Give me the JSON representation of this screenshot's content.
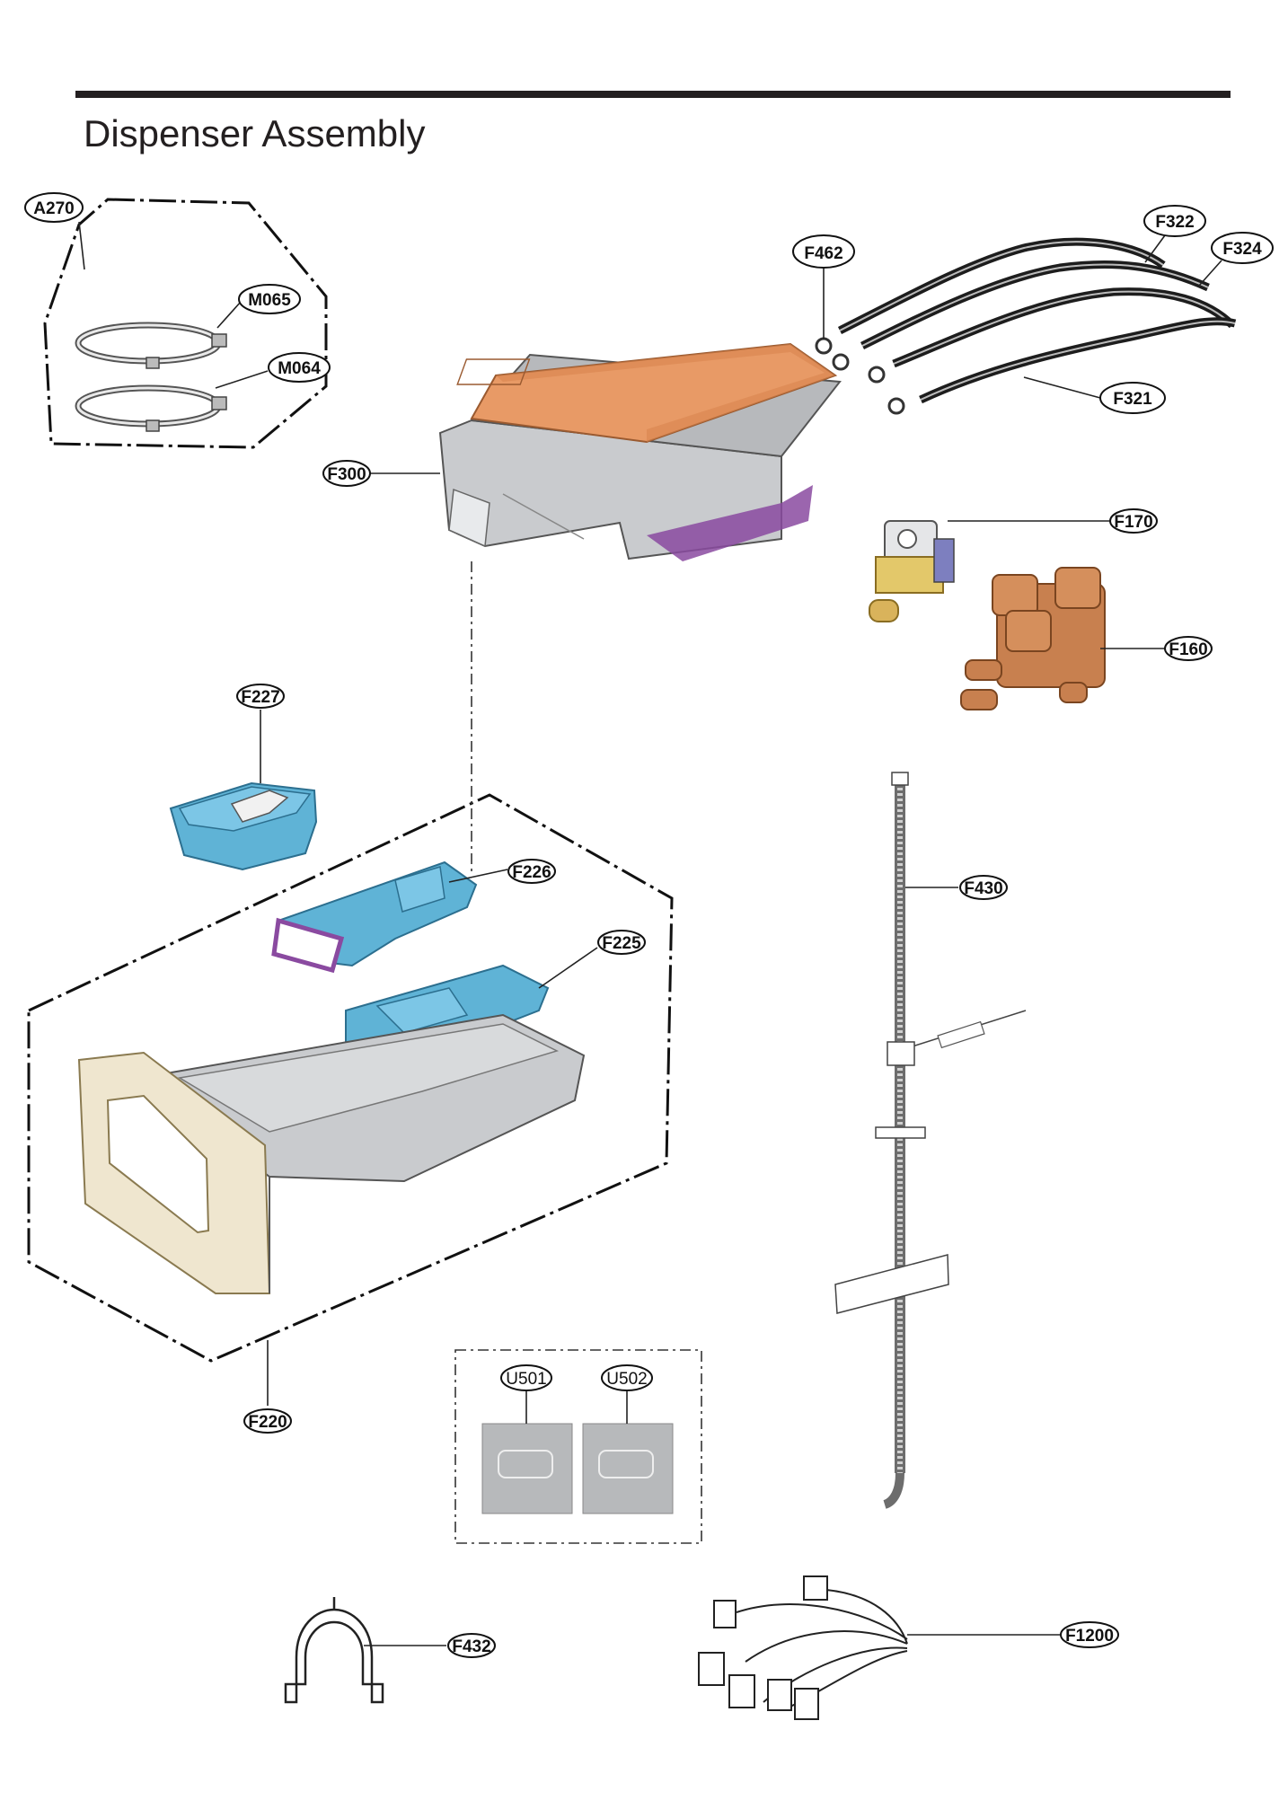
{
  "title": "Dispenser Assembly",
  "colors": {
    "rule": "#231f20",
    "orange_cover": "#e89a66",
    "gray_housing": "#c9cbce",
    "blue_parts": "#5fb3d6",
    "copper_valve": "#c8804f",
    "purple_trim": "#8a4aa0",
    "cream_panel": "#efe6cf"
  },
  "callouts": {
    "a270": "A270",
    "m065": "M065",
    "m064": "M064",
    "f300": "F300",
    "f462": "F462",
    "f322": "F322",
    "f324": "F324",
    "f321": "F321",
    "f170": "F170",
    "f160": "F160",
    "f227": "F227",
    "f226": "F226",
    "f225": "F225",
    "f220": "F220",
    "f430": "F430",
    "u501": "U501",
    "u502": "U502",
    "f432": "F432",
    "f1200": "F1200"
  },
  "parts": {
    "a270": "inlet-hose-set",
    "m065": "inlet-hose",
    "m064": "inlet-hose",
    "f300": "dispenser-housing",
    "f462": "hose-clamp",
    "f322": "hose",
    "f324": "hose",
    "f321": "hose",
    "f170": "water-valve-single",
    "f160": "water-valve-triple",
    "f227": "softener-cap",
    "f226": "dispenser-insert",
    "f225": "dispenser-insert",
    "f220": "dispenser-drawer",
    "f430": "pressure-hose",
    "u501": "label",
    "u502": "label",
    "f432": "hose-holder",
    "f1200": "wire-harness"
  }
}
